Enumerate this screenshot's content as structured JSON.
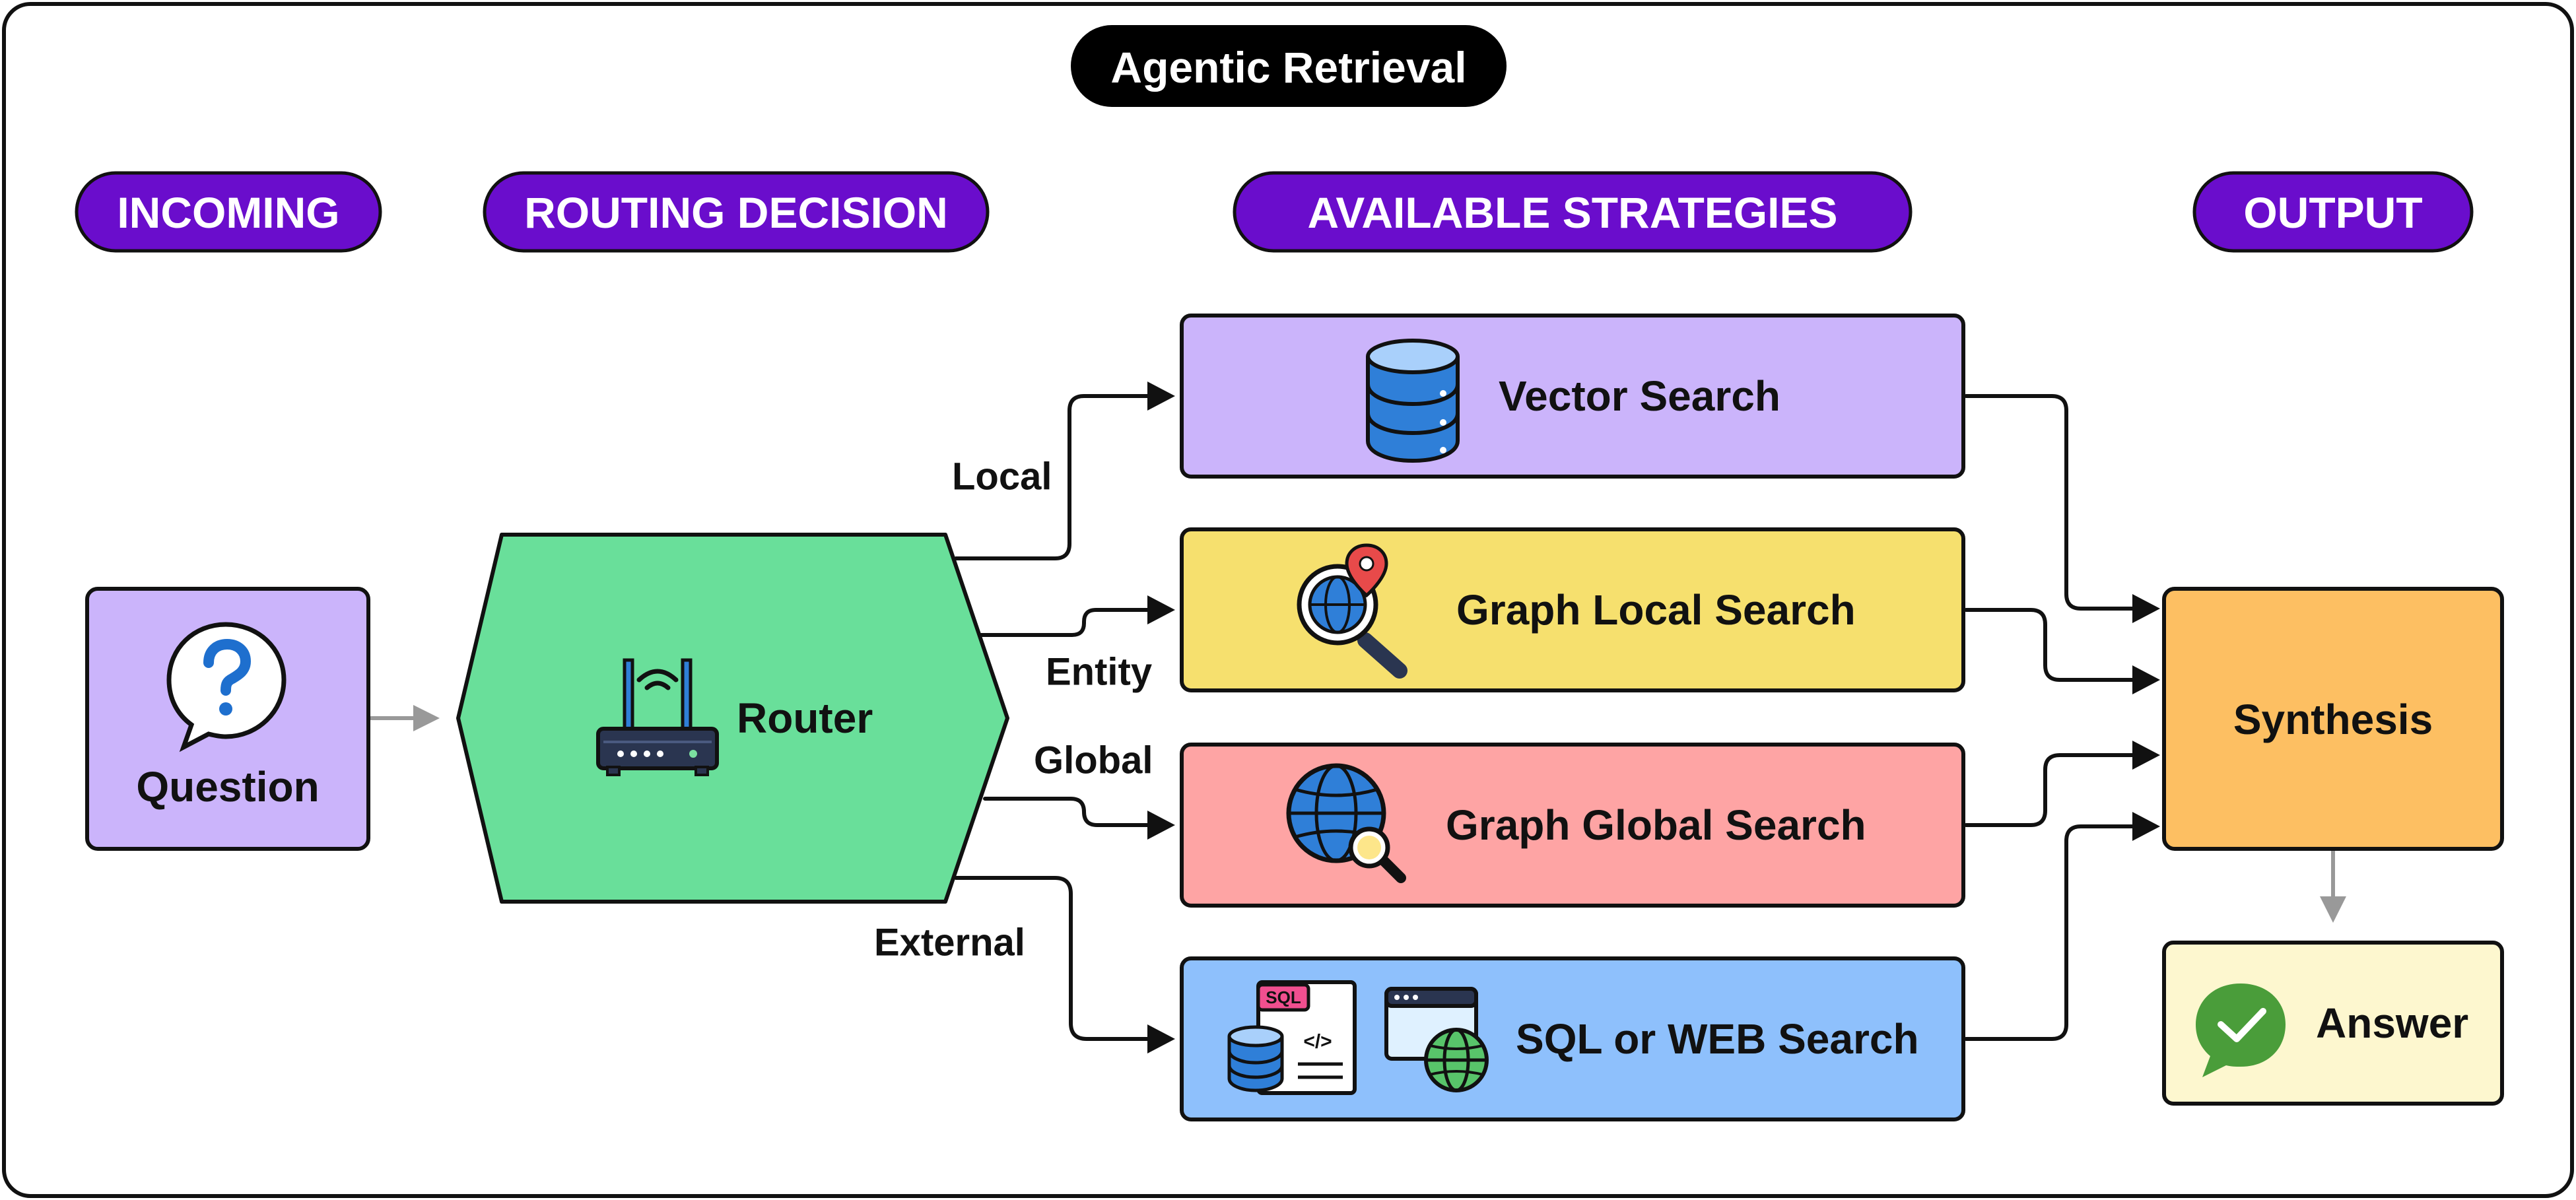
{
  "title": "Agentic Retrieval",
  "columns": {
    "incoming": "INCOMING",
    "routing": "ROUTING DECISION",
    "strategies": "AVAILABLE STRATEGIES",
    "output": "OUTPUT"
  },
  "nodes": {
    "question": "Question",
    "router": "Router",
    "vector": "Vector Search",
    "graph_local": "Graph Local Search",
    "graph_global": "Graph Global Search",
    "sql_web": "SQL or WEB Search",
    "synthesis": "Synthesis",
    "answer": "Answer"
  },
  "edge_labels": {
    "local": "Local",
    "entity": "Entity",
    "global": "Global",
    "external": "External"
  },
  "icons": {
    "question": "question-bubble-icon",
    "router": "wifi-router-icon",
    "vector": "database-stack-icon",
    "graph_local": "globe-map-pin-magnifier-icon",
    "graph_global": "globe-magnifier-icon",
    "sql_badge": "SQL",
    "sql_code": "</>",
    "web": "browser-globe-icon",
    "answer": "chat-check-icon"
  },
  "colors": {
    "pill": "#6a0dcc",
    "title_pill": "#000000",
    "question": "#cbb4fb",
    "router": "#69df9a",
    "vector": "#cbb4fb",
    "graph_local": "#f6e06e",
    "graph_global": "#fea4a4",
    "sql_web": "#8ec0fc",
    "synthesis": "#fdbf62",
    "answer": "#fdf7cf"
  }
}
